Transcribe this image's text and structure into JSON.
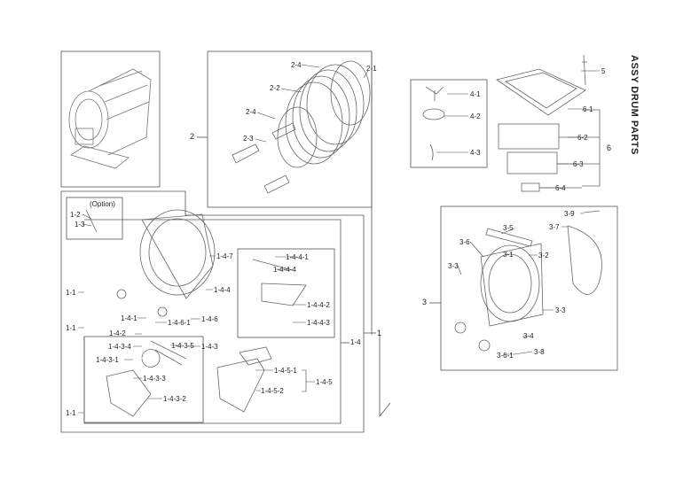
{
  "title": "ASSY DRUM PARTS",
  "option_note": "(Option)",
  "labels": {
    "l_2": "2",
    "l_2_4a": "2-4",
    "l_2_1": "2-1",
    "l_2_2": "2-2",
    "l_2_4b": "2-4",
    "l_2_3": "2-3",
    "l_1": "1",
    "l_1_4": "1-4",
    "l_1_2": "1-2",
    "l_1_3": "1-3",
    "l_1_4_7": "1-4-7",
    "l_1_4_4": "1-4-4",
    "l_1_4_4_1": "1-4-4-1",
    "l_1_4_4_4": "1-4-4-4",
    "l_1_4_4_2": "1-4-4-2",
    "l_1_4_4_3": "1-4-4-3",
    "l_1_1a": "1-1",
    "l_1_1b": "1-1",
    "l_1_1c": "1-1",
    "l_1_4_1": "1-4-1",
    "l_1_4_6_1": "1-4-6-1",
    "l_1_4_6": "1-4-6",
    "l_1_4_2": "1-4-2",
    "l_1_4_3_4": "1-4-3-4",
    "l_1_4_3_5": "1-4-3-5",
    "l_1_4_3": "1-4-3",
    "l_1_4_3_1": "1-4-3-1",
    "l_1_4_3_3": "1-4-3-3",
    "l_1_4_3_2": "1-4-3-2",
    "l_1_4_5_1": "1-4-5-1",
    "l_1_4_5_2": "1-4-5-2",
    "l_1_4_5": "1-4-5",
    "l_4_1": "4-1",
    "l_4_2": "4-2",
    "l_4_3": "4-3",
    "l_5": "5",
    "l_6_1": "6-1",
    "l_6_2": "6-2",
    "l_6": "6",
    "l_6_3": "6-3",
    "l_6_4": "6-4",
    "l_3": "3",
    "l_3_9": "3-9",
    "l_3_7": "3-7",
    "l_3_5": "3-5",
    "l_3_6a": "3-6",
    "l_3_1": "3-1",
    "l_3_2": "3-2",
    "l_3_3a": "3-3",
    "l_3_3b": "3-3",
    "l_3_4": "3-4",
    "l_3_6_1": "3-6-1",
    "l_3_8": "3-8"
  }
}
